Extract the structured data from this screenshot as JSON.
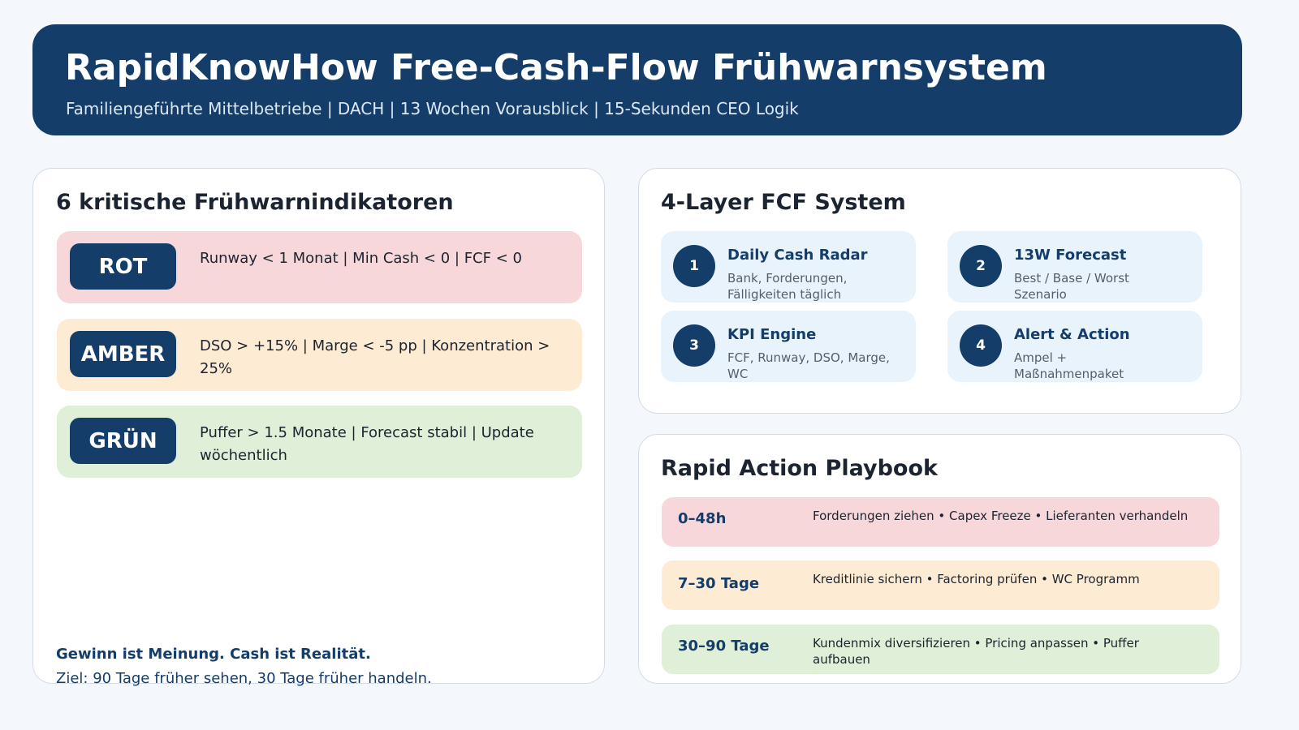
{
  "header": {
    "title": "RapidKnowHow Free-Cash-Flow Frühwarnsystem",
    "subtitle": "Familiengeführte Mittelbetriebe | DACH | 13 Wochen Vorausblick | 15-Sekunden CEO Logik"
  },
  "indicators": {
    "title": "6 kritische Frühwarnindikatoren",
    "items": [
      {
        "badge": "ROT",
        "text": "Runway < 1 Monat | Min Cash < 0 | FCF < 0"
      },
      {
        "badge": "AMBER",
        "text": "DSO > +15% | Marge < -5 pp | Konzentration > 25%"
      },
      {
        "badge": "GRÜN",
        "text": "Puffer > 1.5 Monate | Forecast stabil | Update wöchentlich"
      }
    ],
    "footer_bold": "Gewinn ist Meinung. Cash ist Realität.",
    "footer_text": "Ziel: 90 Tage früher sehen, 30 Tage früher handeln."
  },
  "system": {
    "title": "4-Layer FCF System",
    "layers": [
      {
        "num": "1",
        "title": "Daily Cash Radar",
        "desc": "Bank, Forderungen, Fälligkeiten täglich"
      },
      {
        "num": "2",
        "title": "13W Forecast",
        "desc": "Best / Base / Worst Szenario"
      },
      {
        "num": "3",
        "title": "KPI Engine",
        "desc": "FCF, Runway, DSO, Marge, WC"
      },
      {
        "num": "4",
        "title": "Alert & Action",
        "desc": "Ampel + Maßnahmenpaket"
      }
    ]
  },
  "playbook": {
    "title": "Rapid Action Playbook",
    "items": [
      {
        "label": "0–48h",
        "text": "Forderungen ziehen • Capex Freeze • Lieferanten verhandeln"
      },
      {
        "label": "7–30 Tage",
        "text": "Kreditlinie sichern • Factoring prüfen • WC Programm"
      },
      {
        "label": "30–90 Tage",
        "text": "Kundenmix diversifizieren • Pricing anpassen • Puffer aufbauen"
      }
    ]
  },
  "colors": {
    "navy": "#143d6a",
    "red": "#f7d7da",
    "amber": "#fdebd3",
    "green": "#dfefd8",
    "tile": "#e8f3fb"
  }
}
